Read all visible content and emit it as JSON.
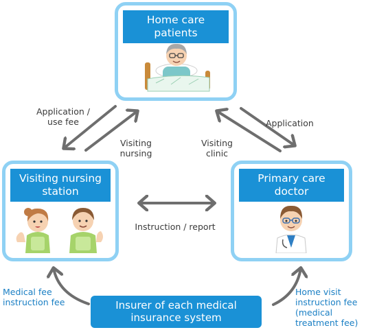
{
  "nodes": {
    "home_care": {
      "title": "Home care patients",
      "title_lines": [
        "Home care",
        "patients"
      ]
    },
    "nursing_station": {
      "title_lines": [
        "Visiting nursing",
        "station"
      ]
    },
    "primary_doctor": {
      "title_lines": [
        "Primary care",
        "doctor"
      ]
    },
    "insurer": {
      "lines": [
        "Insurer of each medical",
        "insurance system"
      ]
    }
  },
  "edges": {
    "application_use_fee": [
      "Application /",
      "use fee"
    ],
    "visiting_nursing": [
      "Visiting",
      "nursing"
    ],
    "visiting_clinic": [
      "Visiting",
      "clinic"
    ],
    "application": [
      "Application"
    ],
    "instruction_report": [
      "Instruction / report"
    ],
    "medical_fee": [
      "Medical fee",
      "instruction fee"
    ],
    "home_visit_fee": [
      "Home visit",
      "instruction fee",
      "(medical",
      "treatment fee)"
    ]
  },
  "colors": {
    "box_border": "#8fd1f4",
    "title_fill": "#1a91d6",
    "arrow": "#6e6e6e",
    "fee_text": "#1a7fc4"
  }
}
